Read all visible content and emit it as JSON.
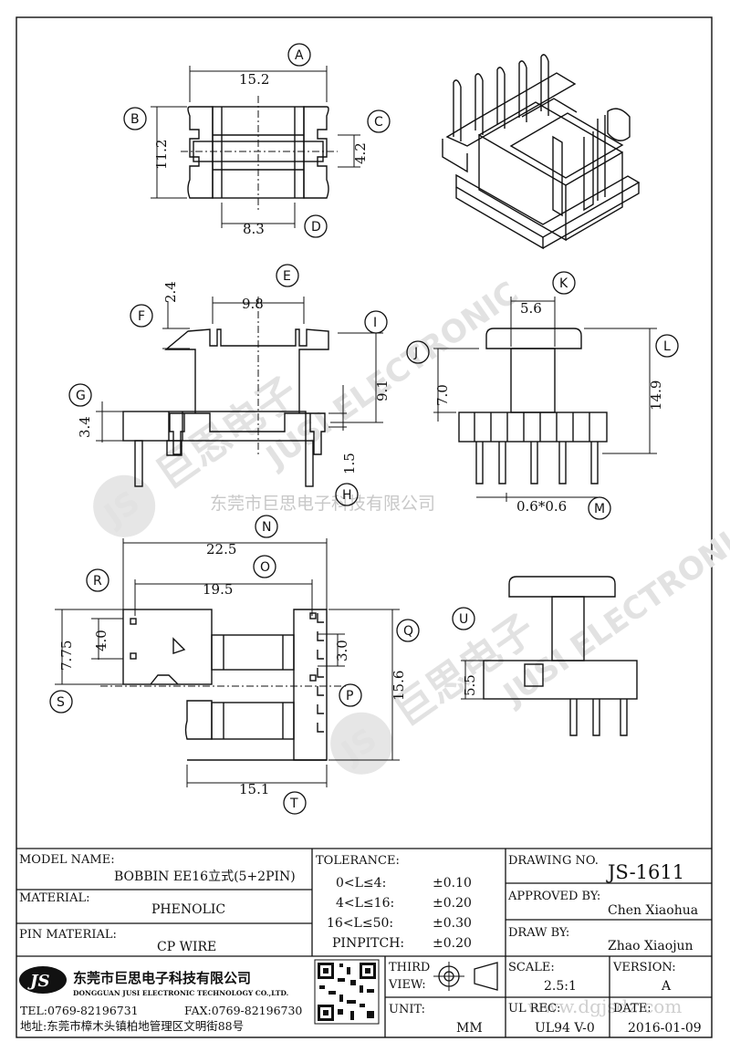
{
  "dimensions": {
    "A": "15.2",
    "B": "11.2",
    "C": "4.2",
    "D": "8.3",
    "E": "9.8",
    "F": "2.4",
    "I": "9.1",
    "G": "3.4",
    "H": "1.5",
    "K": "5.6",
    "J": "7.0",
    "L": "14.9",
    "M": "0.6*0.6",
    "N": "22.5",
    "O": "19.5",
    "R": "4.0",
    "S": "7.75",
    "Q": "15.6",
    "P": "3.0",
    "T": "15.1",
    "U": "5.5"
  },
  "bubbles": [
    "A",
    "B",
    "C",
    "D",
    "E",
    "F",
    "G",
    "H",
    "I",
    "J",
    "K",
    "L",
    "M",
    "N",
    "O",
    "P",
    "Q",
    "R",
    "S",
    "T",
    "U"
  ],
  "watermark": {
    "company_cn": "东莞市巨思电子科技有限公司",
    "brand": "巨思电子",
    "logo": "JS",
    "electronic": "JUSI ELECTRONIC",
    "site": "www.dgjsdz.com"
  },
  "title_block": {
    "model_name_label": "MODEL NAME:",
    "model_name_value": "BOBBIN EE16立式(5+2PIN)",
    "material_label": "MATERIAL:",
    "material_value": "PHENOLIC",
    "pin_material_label": "PIN MATERIAL:",
    "pin_material_value": "CP WIRE",
    "tolerance_label": "TOLERANCE:",
    "tolerance_rows": [
      {
        "range": "0<L≤4:",
        "value": "±0.10"
      },
      {
        "range": "4<L≤16:",
        "value": "±0.20"
      },
      {
        "range": "16<L≤50:",
        "value": "±0.30"
      },
      {
        "range": "PINPITCH:",
        "value": "±0.20"
      }
    ],
    "drawing_no_label": "DRAWING NO.",
    "drawing_no_value": "JS-1611",
    "approved_label": "APPROVED BY:",
    "approved_value": "Chen Xiaohua",
    "draw_label": "DRAW BY:",
    "draw_value": "Zhao Xiaojun",
    "company_logo": "JS",
    "company_cn": "东莞市巨思电子科技有限公司",
    "company_en": "DONGGUAN JUSI ELECTRONIC TECHNOLOGY CO.,LTD.",
    "tel": "TEL:0769-82196731",
    "fax": "FAX:0769-82196730",
    "address": "地址:东莞市樟木头镇柏地管理区文明街88号",
    "third_view_label1": "THIRD",
    "third_view_label2": "VIEW:",
    "unit_label": "UNIT:",
    "unit_value": "MM",
    "scale_label": "SCALE:",
    "scale_value": "2.5:1",
    "ul_label": "UL REC:",
    "ul_value": "UL94 V-0",
    "version_label": "VERSION:",
    "version_value": "A",
    "date_label": "DATE:",
    "date_value": "2016-01-09"
  }
}
